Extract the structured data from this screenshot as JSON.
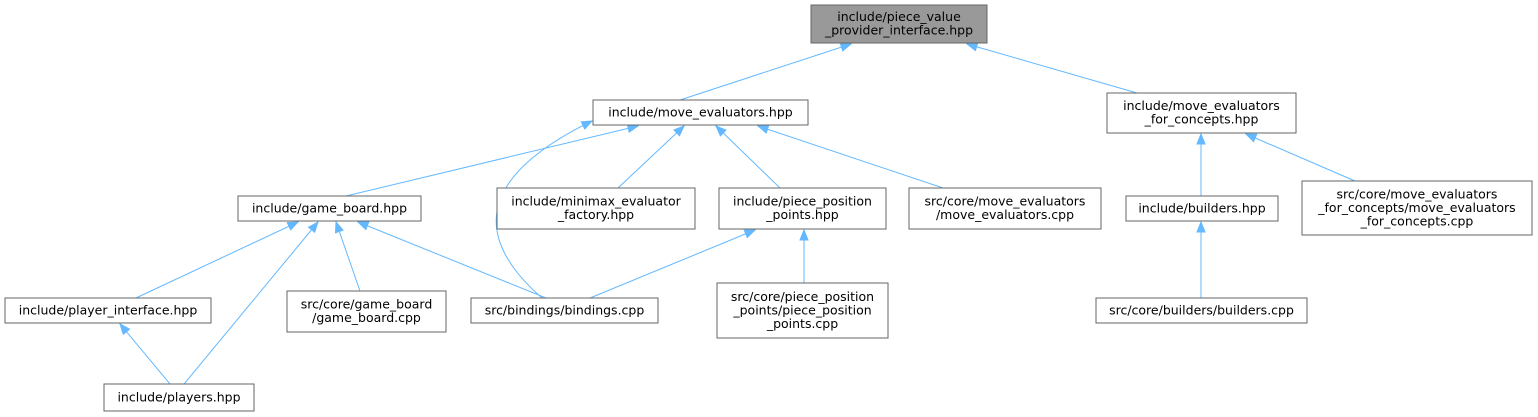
{
  "diagram": {
    "nodes": [
      {
        "id": "root",
        "lines": [
          "include/piece_value",
          "_provider_interface.hpp"
        ],
        "highlight": true
      },
      {
        "id": "move_evaluators_hpp",
        "lines": [
          "include/move_evaluators.hpp"
        ]
      },
      {
        "id": "move_evaluators_for_concepts_hpp",
        "lines": [
          "include/move_evaluators",
          "_for_concepts.hpp"
        ]
      },
      {
        "id": "game_board_hpp",
        "lines": [
          "include/game_board.hpp"
        ]
      },
      {
        "id": "minimax_evaluator_factory_hpp",
        "lines": [
          "include/minimax_evaluator",
          "_factory.hpp"
        ]
      },
      {
        "id": "piece_position_points_hpp",
        "lines": [
          "include/piece_position",
          "_points.hpp"
        ]
      },
      {
        "id": "move_evaluators_cpp",
        "lines": [
          "src/core/move_evaluators",
          "/move_evaluators.cpp"
        ]
      },
      {
        "id": "builders_hpp",
        "lines": [
          "include/builders.hpp"
        ]
      },
      {
        "id": "move_evaluators_for_concepts_cpp",
        "lines": [
          "src/core/move_evaluators",
          "_for_concepts/move_evaluators",
          "_for_concepts.cpp"
        ]
      },
      {
        "id": "player_interface_hpp",
        "lines": [
          "include/player_interface.hpp"
        ]
      },
      {
        "id": "game_board_cpp",
        "lines": [
          "src/core/game_board",
          "/game_board.cpp"
        ]
      },
      {
        "id": "bindings_cpp",
        "lines": [
          "src/bindings/bindings.cpp"
        ]
      },
      {
        "id": "piece_position_points_cpp",
        "lines": [
          "src/core/piece_position",
          "_points/piece_position",
          "_points.cpp"
        ]
      },
      {
        "id": "builders_cpp",
        "lines": [
          "src/core/builders/builders.cpp"
        ]
      },
      {
        "id": "players_hpp",
        "lines": [
          "include/players.hpp"
        ]
      }
    ],
    "edges": [
      {
        "from": "move_evaluators_hpp",
        "to": "root"
      },
      {
        "from": "move_evaluators_for_concepts_hpp",
        "to": "root"
      },
      {
        "from": "game_board_hpp",
        "to": "move_evaluators_hpp"
      },
      {
        "from": "minimax_evaluator_factory_hpp",
        "to": "move_evaluators_hpp"
      },
      {
        "from": "piece_position_points_hpp",
        "to": "move_evaluators_hpp"
      },
      {
        "from": "move_evaluators_cpp",
        "to": "move_evaluators_hpp"
      },
      {
        "from": "bindings_cpp",
        "to": "move_evaluators_hpp"
      },
      {
        "from": "builders_hpp",
        "to": "move_evaluators_for_concepts_hpp"
      },
      {
        "from": "move_evaluators_for_concepts_cpp",
        "to": "move_evaluators_for_concepts_hpp"
      },
      {
        "from": "player_interface_hpp",
        "to": "game_board_hpp"
      },
      {
        "from": "game_board_cpp",
        "to": "game_board_hpp"
      },
      {
        "from": "bindings_cpp",
        "to": "game_board_hpp"
      },
      {
        "from": "players_hpp",
        "to": "game_board_hpp"
      },
      {
        "from": "bindings_cpp",
        "to": "piece_position_points_hpp"
      },
      {
        "from": "piece_position_points_cpp",
        "to": "piece_position_points_hpp"
      },
      {
        "from": "builders_cpp",
        "to": "builders_hpp"
      },
      {
        "from": "players_hpp",
        "to": "player_interface_hpp"
      }
    ],
    "colors": {
      "edge": "#63b8ff",
      "node_border": "#666666",
      "root_fill": "#999999",
      "node_fill": "#ffffff"
    }
  }
}
